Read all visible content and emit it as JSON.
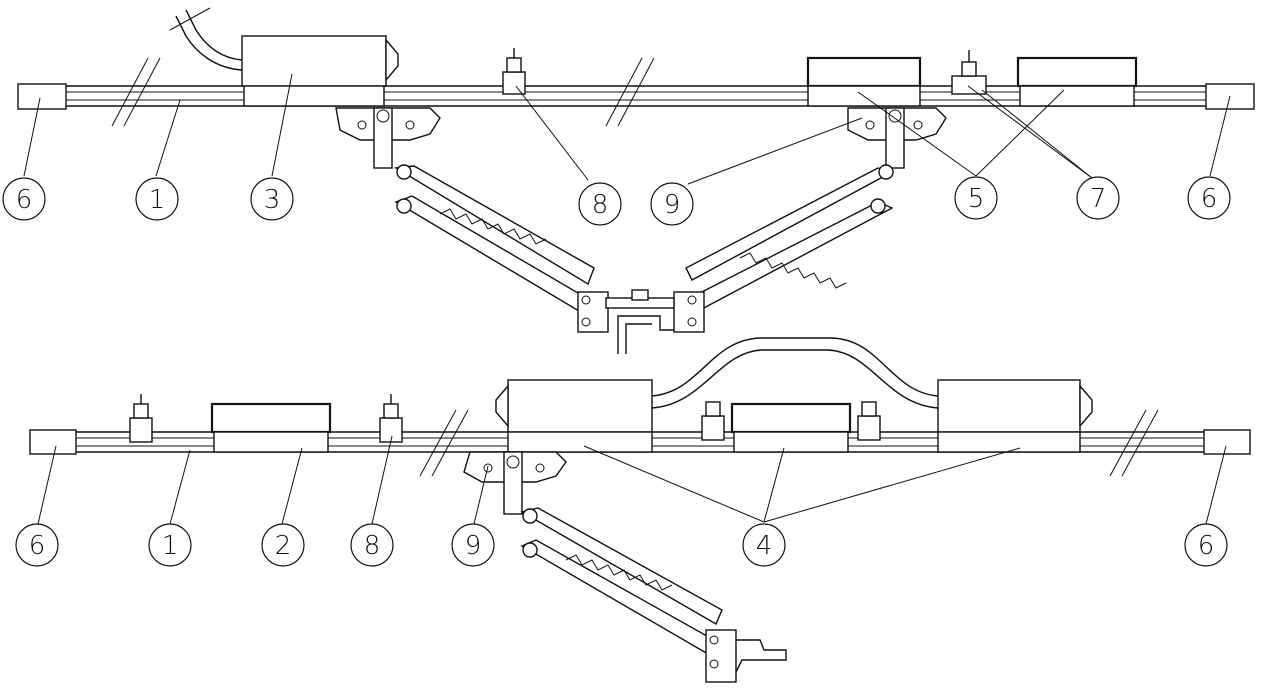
{
  "diagram": {
    "callouts_top": [
      {
        "id": "t6a",
        "label": "6"
      },
      {
        "id": "t1",
        "label": "1"
      },
      {
        "id": "t3",
        "label": "3"
      },
      {
        "id": "t8",
        "label": "8"
      },
      {
        "id": "t9",
        "label": "9"
      },
      {
        "id": "t5",
        "label": "5"
      },
      {
        "id": "t7",
        "label": "7"
      },
      {
        "id": "t6b",
        "label": "6"
      }
    ],
    "callouts_bottom": [
      {
        "id": "b6a",
        "label": "6"
      },
      {
        "id": "b1",
        "label": "1"
      },
      {
        "id": "b2",
        "label": "2"
      },
      {
        "id": "b8",
        "label": "8"
      },
      {
        "id": "b9",
        "label": "9"
      },
      {
        "id": "b4",
        "label": "4"
      },
      {
        "id": "b6b",
        "label": "6"
      }
    ]
  }
}
